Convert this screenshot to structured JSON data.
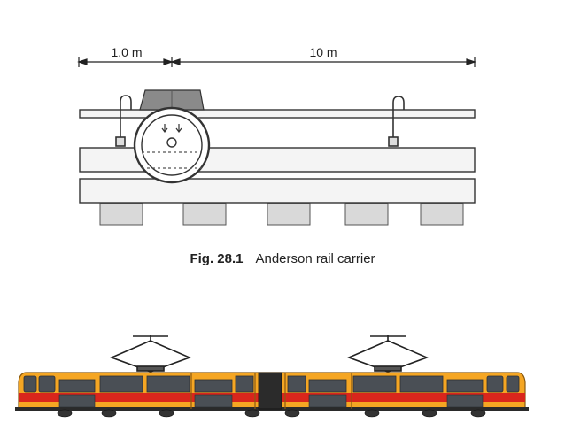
{
  "diagram": {
    "dimension_left": "1.0 m",
    "dimension_right": "10 m",
    "caption_label": "Fig. 28.1",
    "caption_text": "Anderson rail carrier"
  },
  "colors": {
    "line": "#333333",
    "rail_fill": "#f4f4f4",
    "sleeper_fill": "#d9d9d9",
    "carrier_fill": "#888888",
    "tram_body": "#f5a623",
    "tram_stripe": "#d9261c",
    "tram_window": "#4a4f55"
  }
}
